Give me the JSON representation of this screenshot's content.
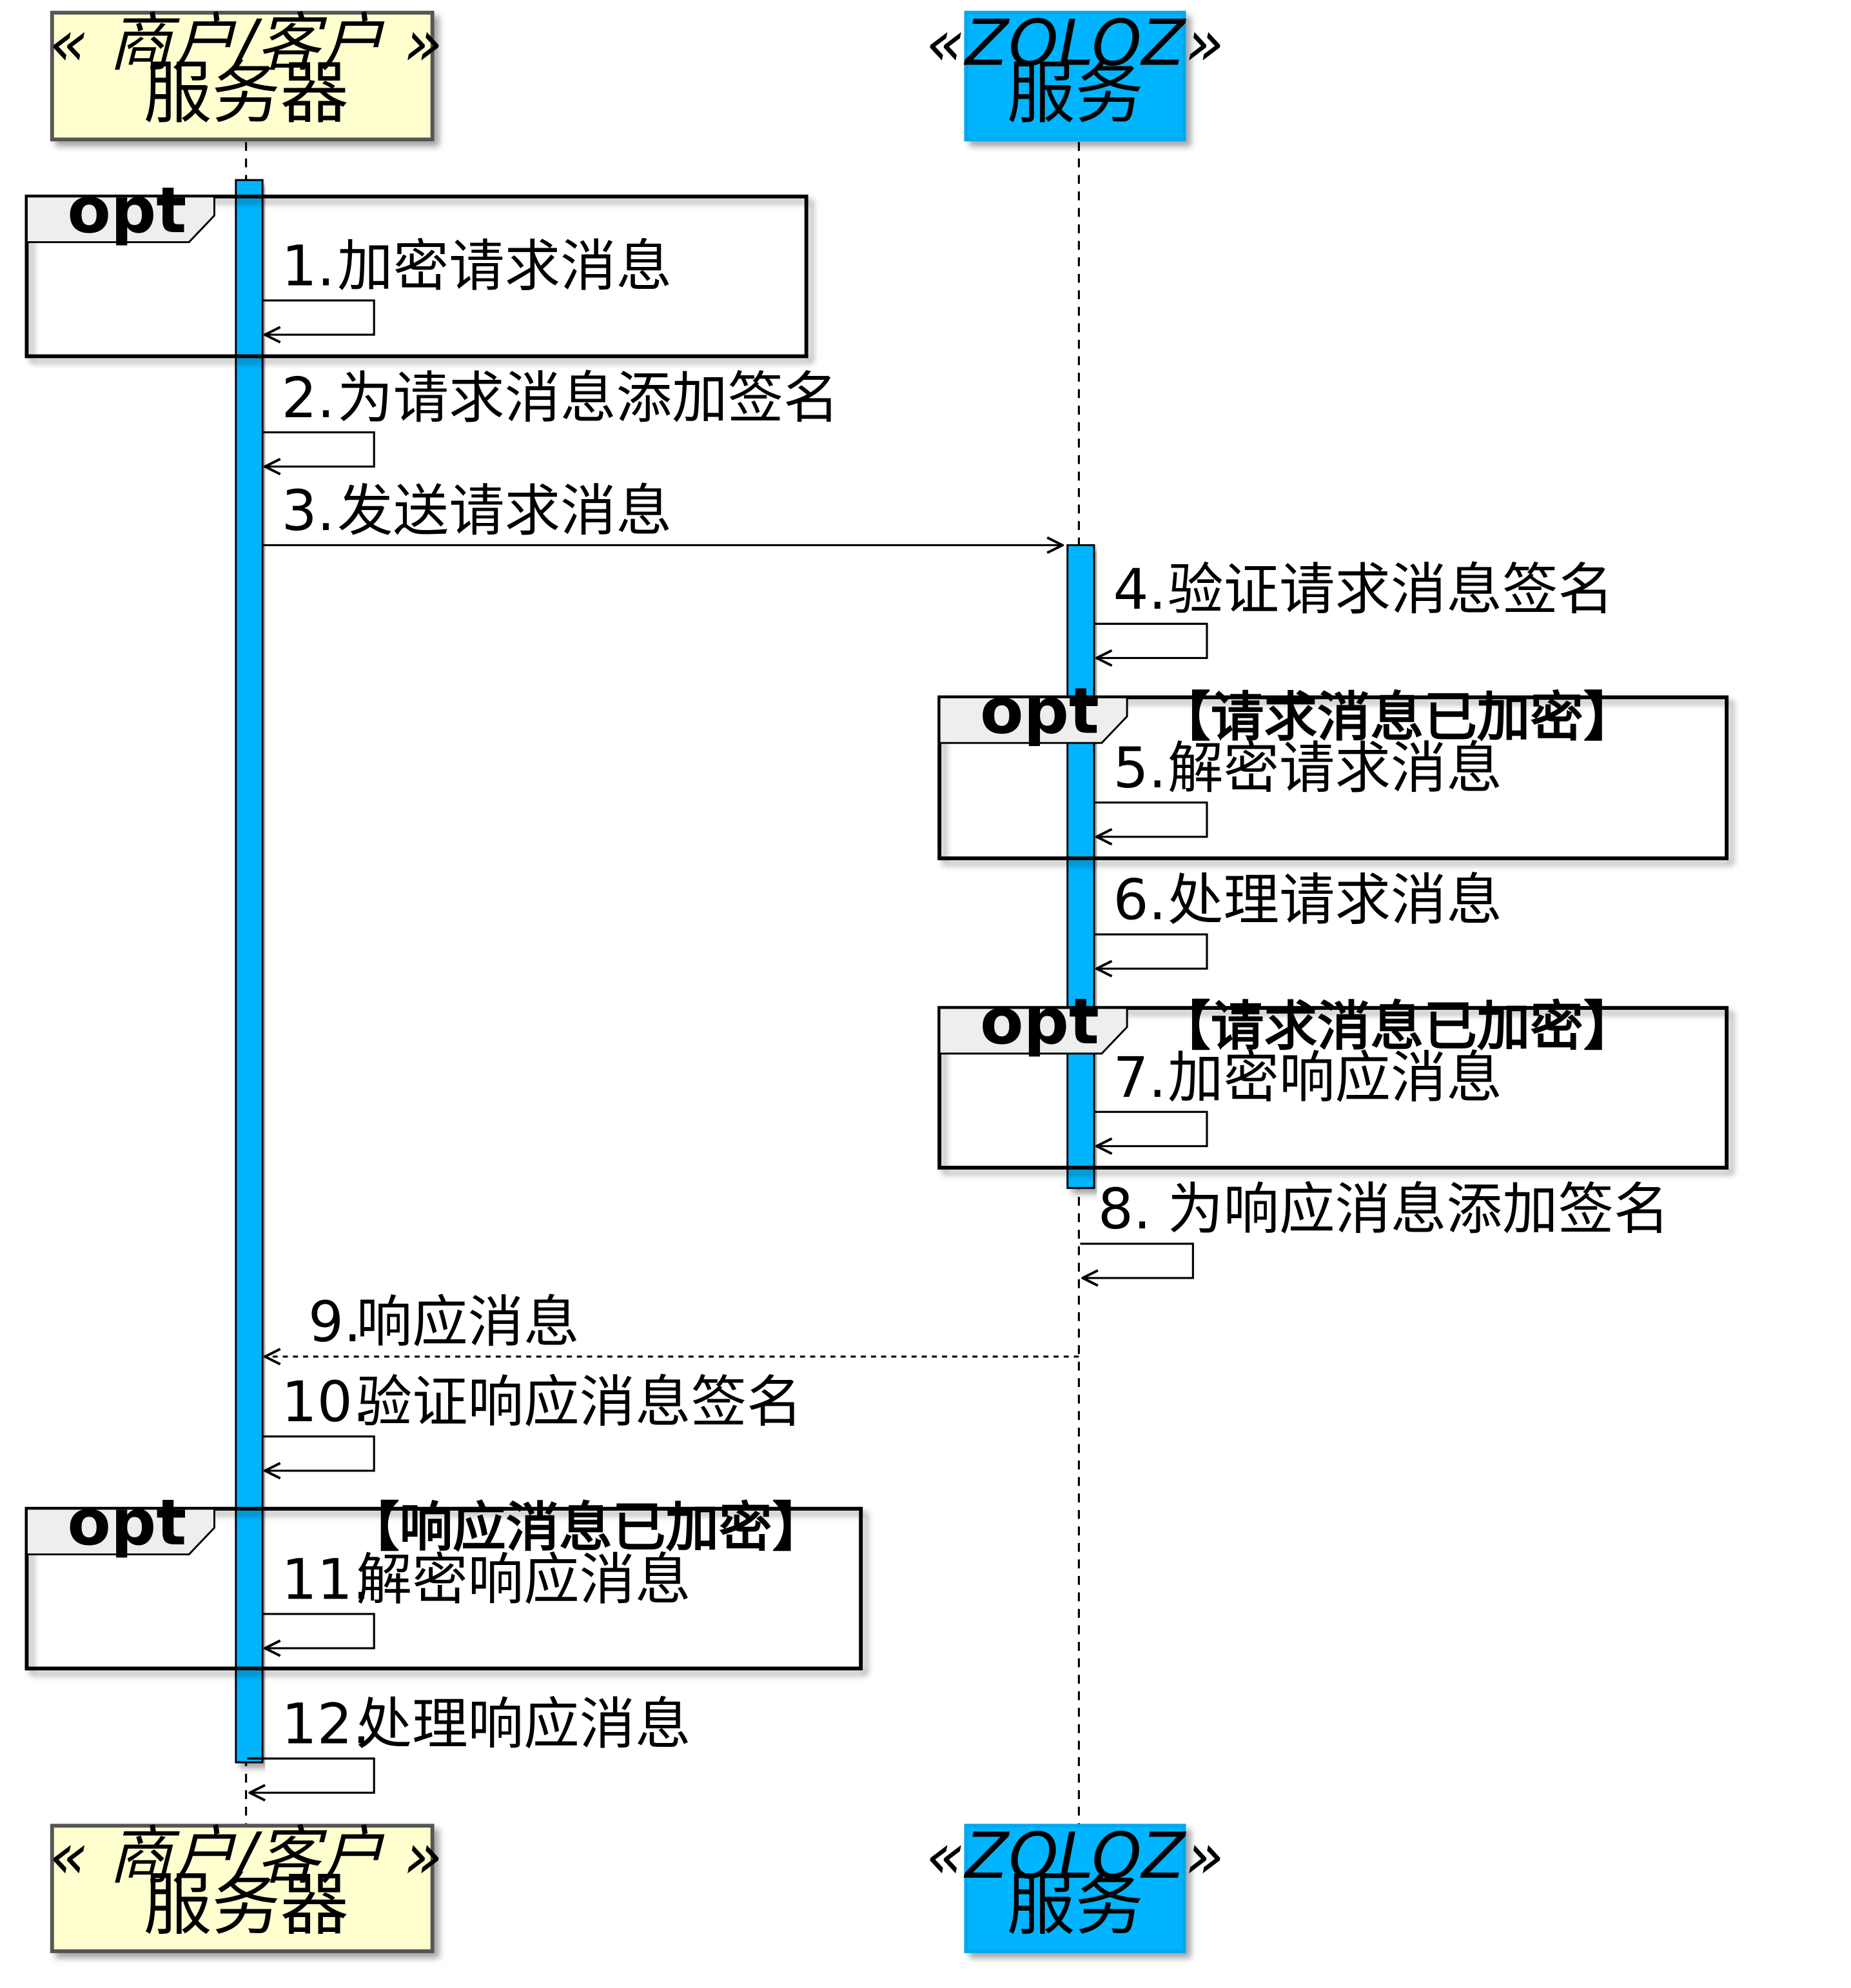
{
  "colors": {
    "client_box": "#fefece",
    "zoloz_box": "#00b4ff",
    "activation": "#00b4ff",
    "opt_tab": "#eeeeee",
    "line": "#000000"
  },
  "participants": [
    {
      "stereotype": "« 商户/客户 »",
      "name": "服务器"
    },
    {
      "stereotype": "«ZOLOZ»",
      "name": "服务"
    }
  ],
  "fragments": [
    {
      "kind": "opt",
      "guard": ""
    },
    {
      "kind": "opt",
      "guard": "【请求消息已加密】"
    },
    {
      "kind": "opt",
      "guard": "【请求消息已加密】"
    },
    {
      "kind": "opt",
      "guard": "【响应消息已加密】"
    }
  ],
  "messages": [
    {
      "num": "1.",
      "text": "加密请求消息"
    },
    {
      "num": "2.",
      "text": "为请求消息添加签名"
    },
    {
      "num": "3.",
      "text": "发送请求消息"
    },
    {
      "num": "4.",
      "text": "验证请求消息签名"
    },
    {
      "num": "5.",
      "text": "解密请求消息"
    },
    {
      "num": "6.",
      "text": "处理请求消息"
    },
    {
      "num": "7.",
      "text": "加密响应消息"
    },
    {
      "num": "8.",
      "text": "为响应消息添加签名"
    },
    {
      "num": "9.",
      "text": "响应消息"
    },
    {
      "num": "10.",
      "text": "验证响应消息签名"
    },
    {
      "num": "11.",
      "text": "解密响应消息"
    },
    {
      "num": "12.",
      "text": "处理响应消息"
    }
  ]
}
